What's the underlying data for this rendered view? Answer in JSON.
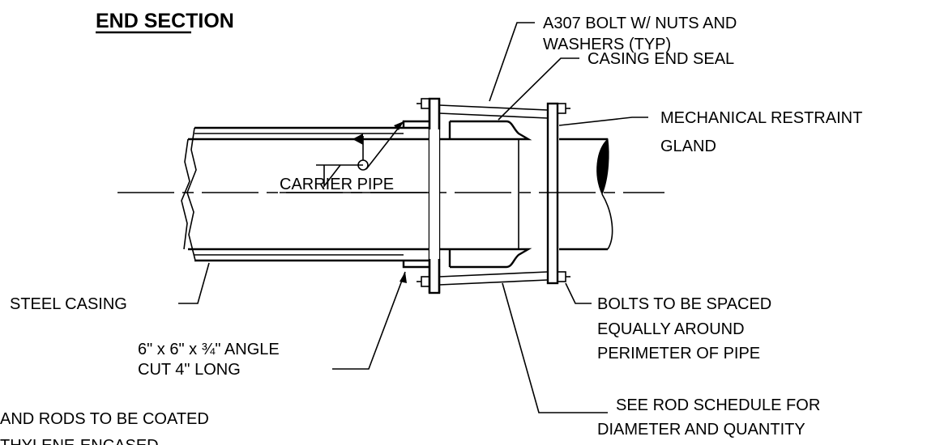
{
  "title": "END SECTION",
  "labels": {
    "bolt_line1": "A307 BOLT W/ NUTS AND",
    "bolt_line2": "WASHERS (TYP)",
    "casing_end_seal": "CASING END SEAL",
    "restraint_line1": "MECHANICAL RESTRAINT",
    "restraint_line2": "GLAND",
    "carrier_pipe": "CARRIER PIPE",
    "steel_casing": "STEEL CASING",
    "angle_line1": "6\" x 6\" x ¾\" ANGLE",
    "angle_line2": "CUT 4\" LONG",
    "bolts_line1": "BOLTS TO BE SPACED",
    "bolts_line2": "EQUALLY AROUND",
    "bolts_line3": "PERIMETER OF PIPE",
    "rod_line1": "SEE ROD SCHEDULE FOR",
    "rod_line2": "DIAMETER AND QUANTITY",
    "note_line1": "AND RODS TO BE COATED",
    "note_line2": "THYLENE-ENCASED"
  }
}
